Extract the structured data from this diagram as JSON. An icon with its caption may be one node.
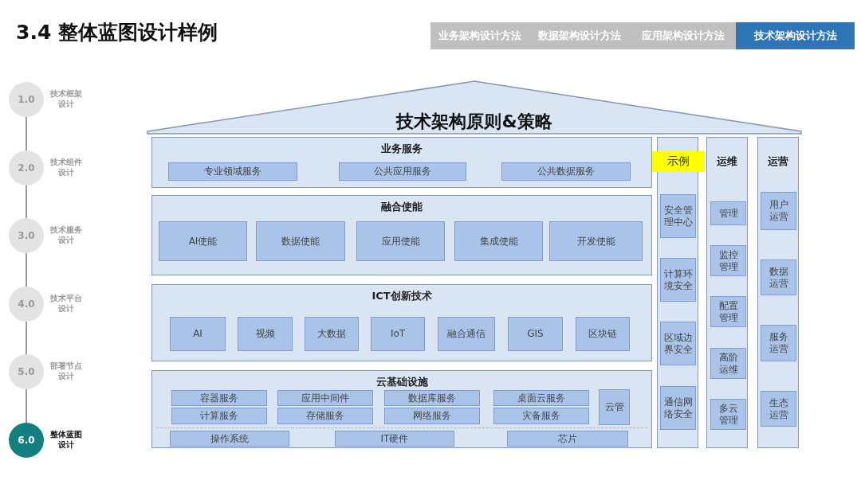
{
  "diagram": {
    "title": "3.4 整体蓝图设计样例",
    "nodes": [
      {
        "text": [
          "业务架构设计方法"
        ]
      },
      {
        "text": [
          "数据架构设计方法"
        ]
      },
      {
        "text": [
          "应用架构设计方法"
        ]
      },
      {
        "text": [
          "技术架构设计方法"
        ]
      },
      {
        "text": [
          "1.0"
        ],
        "beside": [
          "技术框架设计"
        ]
      },
      {
        "text": [
          "2.0"
        ],
        "beside": [
          "技术组件设计"
        ]
      },
      {
        "text": [
          "3.0"
        ],
        "beside": [
          "技术服务设计"
        ]
      },
      {
        "text": [
          "4.0"
        ],
        "beside": [
          "技术平台设计"
        ]
      },
      {
        "text": [
          "5.0"
        ],
        "beside": [
          "部署节点设计"
        ]
      },
      {
        "text": [
          "6.0"
        ],
        "beside": [
          "整体蓝图设计"
        ]
      },
      {
        "text": [
          "技术架构原则&策略"
        ]
      },
      {
        "text": [
          "业务服务"
        ]
      },
      {
        "text": [
          "专业领域服务"
        ],
        "in": 11
      },
      {
        "text": [
          "公共应用服务"
        ],
        "in": 11
      },
      {
        "text": [
          "公共数据服务"
        ],
        "in": 11
      },
      {
        "text": [
          "融合使能"
        ]
      },
      {
        "text": [
          "AI使能"
        ],
        "in": 15
      },
      {
        "text": [
          "数据使能"
        ],
        "in": 15
      },
      {
        "text": [
          "应用使能"
        ],
        "in": 15
      },
      {
        "text": [
          "集成使能"
        ],
        "in": 15
      },
      {
        "text": [
          "开发使能"
        ],
        "in": 15
      },
      {
        "text": [
          "ICT创新技术"
        ]
      },
      {
        "text": [
          "AI"
        ],
        "in": 21
      },
      {
        "text": [
          "视频"
        ],
        "in": 21
      },
      {
        "text": [
          "大数据"
        ],
        "in": 21
      },
      {
        "text": [
          "IoT"
        ],
        "in": 21
      },
      {
        "text": [
          "融合通信"
        ],
        "in": 21
      },
      {
        "text": [
          "GIS"
        ],
        "in": 21
      },
      {
        "text": [
          "区块链"
        ],
        "in": 21
      },
      {
        "text": [
          "云基础设施"
        ]
      },
      {
        "text": [
          "容器服务"
        ],
        "in": 29
      },
      {
        "text": [
          "应用中间件"
        ],
        "in": 29
      },
      {
        "text": [
          "数据库服务"
        ],
        "in": 29
      },
      {
        "text": [
          "桌面云服务"
        ],
        "in": 29
      },
      {
        "text": [
          "云管"
        ],
        "in": 29
      },
      {
        "text": [
          "计算服务"
        ],
        "in": 29
      },
      {
        "text": [
          "存储服务"
        ],
        "in": 29
      },
      {
        "text": [
          "网络服务"
        ],
        "in": 29
      },
      {
        "text": [
          "灾备服务"
        ],
        "in": 29
      },
      {
        "text": [
          "操作系统"
        ],
        "in": 29
      },
      {
        "text": [
          "IT硬件"
        ],
        "in": 29
      },
      {
        "text": [
          "芯片"
        ],
        "in": 29
      },
      {
        "text": [],
        "shape": "box"
      },
      {
        "text": [
          "安全管理中心"
        ],
        "in": 42
      },
      {
        "text": [
          "计算环境安全"
        ],
        "in": 42
      },
      {
        "text": [
          "区域边界安全"
        ],
        "in": 42
      },
      {
        "text": [
          "通信网络安全"
        ],
        "in": 42
      },
      {
        "text": [
          "运维"
        ]
      },
      {
        "text": [
          "管理"
        ],
        "in": 47
      },
      {
        "text": [
          "监控管理"
        ],
        "in": 47
      },
      {
        "text": [
          "配置管理"
        ],
        "in": 47
      },
      {
        "text": [
          "高阶运维"
        ],
        "in": 47
      },
      {
        "text": [
          "多云管理"
        ],
        "in": 47
      },
      {
        "text": [
          "运营"
        ]
      },
      {
        "text": [
          "用户运营"
        ],
        "in": 53
      },
      {
        "text": [
          "数据运营"
        ],
        "in": 53
      },
      {
        "text": [
          "服务运营"
        ],
        "in": 53
      },
      {
        "text": [
          "生态运营"
        ],
        "in": 53
      },
      {
        "text": [
          "示例"
        ]
      }
    ],
    "edges": [
      {
        "from": 4,
        "to": 5,
        "arrow": "none"
      },
      {
        "from": 5,
        "to": 6,
        "arrow": "none"
      },
      {
        "from": 6,
        "to": 7,
        "arrow": "none"
      },
      {
        "from": 7,
        "to": 8,
        "arrow": "none"
      },
      {
        "from": 8,
        "to": 9,
        "arrow": "none"
      }
    ]
  }
}
